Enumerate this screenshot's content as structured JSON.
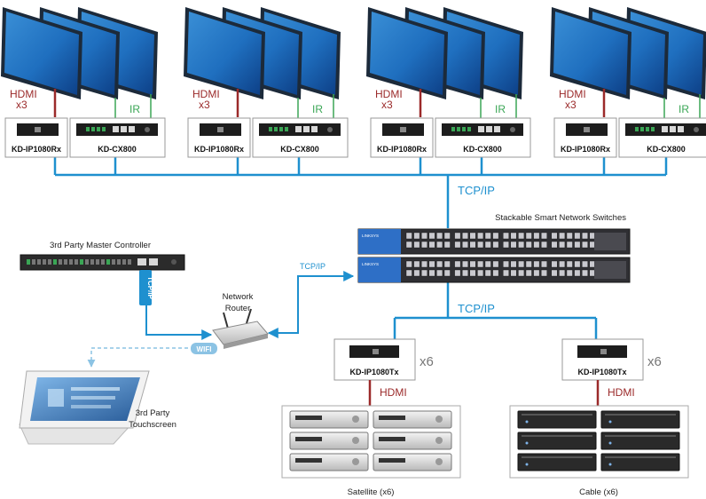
{
  "zones": [
    {
      "hdmi_label": "HDMI",
      "hdmi_count": "x3",
      "ir_label": "IR",
      "rx_label": "KD-IP1080Rx",
      "cx_label": "KD-CX800"
    },
    {
      "hdmi_label": "HDMI",
      "hdmi_count": "x3",
      "ir_label": "IR",
      "rx_label": "KD-IP1080Rx",
      "cx_label": "KD-CX800"
    },
    {
      "hdmi_label": "HDMI",
      "hdmi_count": "x3",
      "ir_label": "IR",
      "rx_label": "KD-IP1080Rx",
      "cx_label": "KD-CX800"
    },
    {
      "hdmi_label": "HDMI",
      "hdmi_count": "x3",
      "ir_label": "IR",
      "rx_label": "KD-IP1080Rx",
      "cx_label": "KD-CX800"
    }
  ],
  "network": {
    "tcpip_top": "TCP/IP",
    "tcpip_bottom": "TCP/IP",
    "tcpip_router_link": "TCP/IP",
    "switches_title": "Stackable Smart Network Switches",
    "switch_brand": "LINKSYS"
  },
  "controller": {
    "title": "3rd Party Master Controller",
    "link_label": "TCP/IP"
  },
  "router": {
    "line1": "Network",
    "line2": "Router"
  },
  "touchscreen": {
    "line1": "3rd Party",
    "line2": "Touchscreen",
    "wifi_label": "WIFI"
  },
  "sources": [
    {
      "tx_label": "KD-IP1080Tx",
      "count": "x6",
      "hdmi_label": "HDMI",
      "caption": "Satellite (x6)"
    },
    {
      "tx_label": "KD-IP1080Tx",
      "count": "x6",
      "hdmi_label": "HDMI",
      "caption": "Cable (x6)"
    }
  ],
  "colors": {
    "network_line": "#1e90cf",
    "hdmi_line": "#9b2a2a",
    "ir_line": "#3aa655",
    "ir_text": "#3aa655",
    "hdmi_text": "#9b2a2a"
  }
}
